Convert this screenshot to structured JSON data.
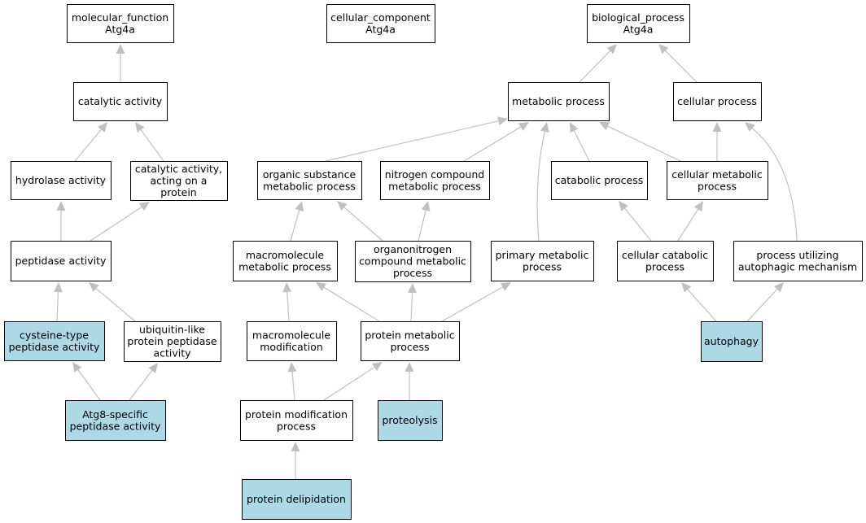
{
  "colors": {
    "highlight_fill": "#add8e6",
    "default_fill": "#ffffff",
    "edge": "#c0c0c0",
    "border": "#000000"
  },
  "nodes": [
    {
      "id": "mf",
      "lines": [
        "molecular_function",
        "Atg4a"
      ],
      "highlight": false
    },
    {
      "id": "cc",
      "lines": [
        "cellular_component",
        "Atg4a"
      ],
      "highlight": false
    },
    {
      "id": "bp",
      "lines": [
        "biological_process",
        "Atg4a"
      ],
      "highlight": false
    },
    {
      "id": "cat",
      "lines": [
        "catalytic activity"
      ],
      "highlight": false
    },
    {
      "id": "metab",
      "lines": [
        "metabolic process"
      ],
      "highlight": false
    },
    {
      "id": "cellp",
      "lines": [
        "cellular process"
      ],
      "highlight": false
    },
    {
      "id": "hydro",
      "lines": [
        "hydrolase activity"
      ],
      "highlight": false
    },
    {
      "id": "catprot",
      "lines": [
        "catalytic activity,",
        "acting on a",
        "protein"
      ],
      "highlight": false
    },
    {
      "id": "orgsub",
      "lines": [
        "organic substance",
        "metabolic process"
      ],
      "highlight": false
    },
    {
      "id": "nitro",
      "lines": [
        "nitrogen compound",
        "metabolic process"
      ],
      "highlight": false
    },
    {
      "id": "catab",
      "lines": [
        "catabolic process"
      ],
      "highlight": false
    },
    {
      "id": "cellmet",
      "lines": [
        "cellular metabolic",
        "process"
      ],
      "highlight": false
    },
    {
      "id": "pept",
      "lines": [
        "peptidase activity"
      ],
      "highlight": false
    },
    {
      "id": "macromet",
      "lines": [
        "macromolecule",
        "metabolic process"
      ],
      "highlight": false
    },
    {
      "id": "organonit",
      "lines": [
        "organonitrogen",
        "compound metabolic",
        "process"
      ],
      "highlight": false
    },
    {
      "id": "primmet",
      "lines": [
        "primary metabolic",
        "process"
      ],
      "highlight": false
    },
    {
      "id": "cellcat",
      "lines": [
        "cellular catabolic",
        "process"
      ],
      "highlight": false
    },
    {
      "id": "autoph",
      "lines": [
        "process utilizing",
        "autophagic mechanism"
      ],
      "highlight": false
    },
    {
      "id": "cyst",
      "lines": [
        "cysteine-type",
        "peptidase activity"
      ],
      "highlight": true
    },
    {
      "id": "ubiq",
      "lines": [
        "ubiquitin-like",
        "protein peptidase",
        "activity"
      ],
      "highlight": false
    },
    {
      "id": "macromod",
      "lines": [
        "macromolecule",
        "modification"
      ],
      "highlight": false
    },
    {
      "id": "protmet",
      "lines": [
        "protein metabolic",
        "process"
      ],
      "highlight": false
    },
    {
      "id": "autophagy",
      "lines": [
        "autophagy"
      ],
      "highlight": true
    },
    {
      "id": "atg8",
      "lines": [
        "Atg8-specific",
        "peptidase activity"
      ],
      "highlight": true
    },
    {
      "id": "protmod",
      "lines": [
        "protein modification",
        "process"
      ],
      "highlight": false
    },
    {
      "id": "proteo",
      "lines": [
        "proteolysis"
      ],
      "highlight": true
    },
    {
      "id": "delip",
      "lines": [
        "protein delipidation"
      ],
      "highlight": true
    }
  ],
  "edges": [
    [
      "cat",
      "mf"
    ],
    [
      "metab",
      "bp"
    ],
    [
      "cellp",
      "bp"
    ],
    [
      "hydro",
      "cat"
    ],
    [
      "catprot",
      "cat"
    ],
    [
      "orgsub",
      "metab"
    ],
    [
      "nitro",
      "metab"
    ],
    [
      "primmet",
      "metab"
    ],
    [
      "catab",
      "metab"
    ],
    [
      "cellmet",
      "metab"
    ],
    [
      "cellmet",
      "cellp"
    ],
    [
      "autoph",
      "cellp"
    ],
    [
      "pept",
      "hydro"
    ],
    [
      "pept",
      "catprot"
    ],
    [
      "macromet",
      "orgsub"
    ],
    [
      "organonit",
      "orgsub"
    ],
    [
      "organonit",
      "nitro"
    ],
    [
      "cellcat",
      "catab"
    ],
    [
      "cellcat",
      "cellmet"
    ],
    [
      "cyst",
      "pept"
    ],
    [
      "ubiq",
      "pept"
    ],
    [
      "macromod",
      "macromet"
    ],
    [
      "protmet",
      "macromet"
    ],
    [
      "protmet",
      "organonit"
    ],
    [
      "protmet",
      "primmet"
    ],
    [
      "autophagy",
      "cellcat"
    ],
    [
      "autophagy",
      "autoph"
    ],
    [
      "atg8",
      "cyst"
    ],
    [
      "atg8",
      "ubiq"
    ],
    [
      "protmod",
      "macromod"
    ],
    [
      "protmod",
      "protmet"
    ],
    [
      "proteo",
      "protmet"
    ],
    [
      "delip",
      "protmod"
    ]
  ]
}
